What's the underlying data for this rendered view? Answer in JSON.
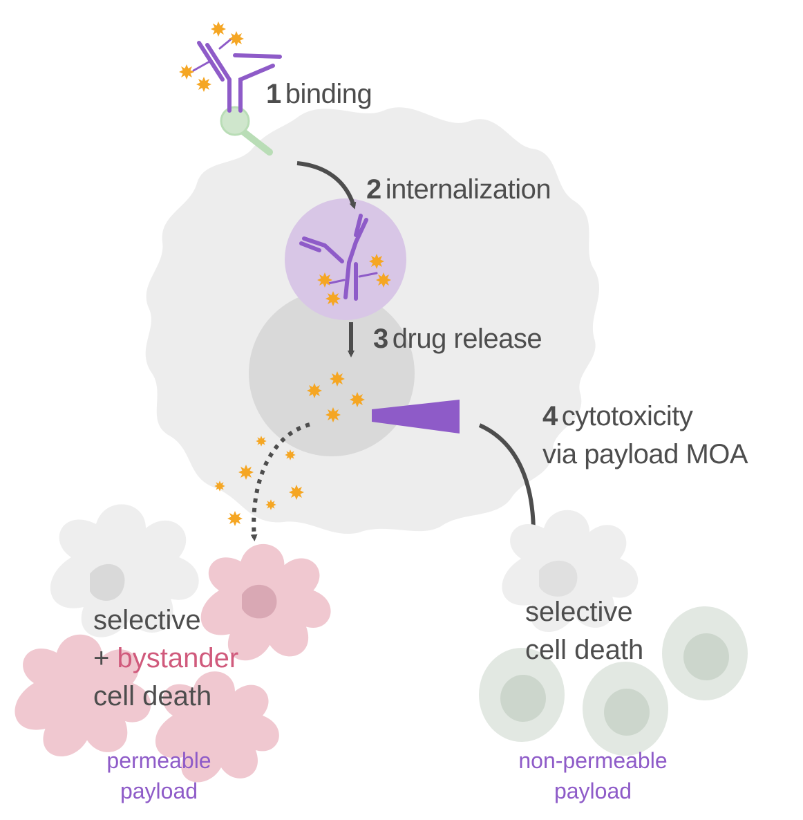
{
  "steps": [
    {
      "number": "1",
      "label": "binding"
    },
    {
      "number": "2",
      "label": "internalization"
    },
    {
      "number": "3",
      "label": "drug release"
    },
    {
      "number": "4",
      "label": "cytotoxicity",
      "label_line2": "via payload MOA"
    }
  ],
  "outcomes": {
    "bystander": {
      "line1": "selective",
      "line2_prefix": "+ ",
      "line2_highlight": "bystander",
      "line3": "cell death",
      "payload_line1": "permeable",
      "payload_line2": "payload"
    },
    "selective": {
      "line1": "selective",
      "line2": "cell death",
      "payload_line1": "non-permeable",
      "payload_line2": "payload"
    }
  },
  "colors": {
    "antibody": "#8e5bc8",
    "payload_star": "#f5a623",
    "receptor": "#b9ddb6",
    "target_cell": "#ededed",
    "nucleus": "#d9d9d9",
    "endosome": "#d8c6e6",
    "bystander_cell": "#f0c8d0",
    "dead_cell": "#eeeeee",
    "healthy_cell": "#e2e8e2",
    "arrow": "#4d4d4d",
    "text": "#4d4d4d",
    "highlight": "#d05a7c",
    "payload_text": "#8e5bc8"
  }
}
